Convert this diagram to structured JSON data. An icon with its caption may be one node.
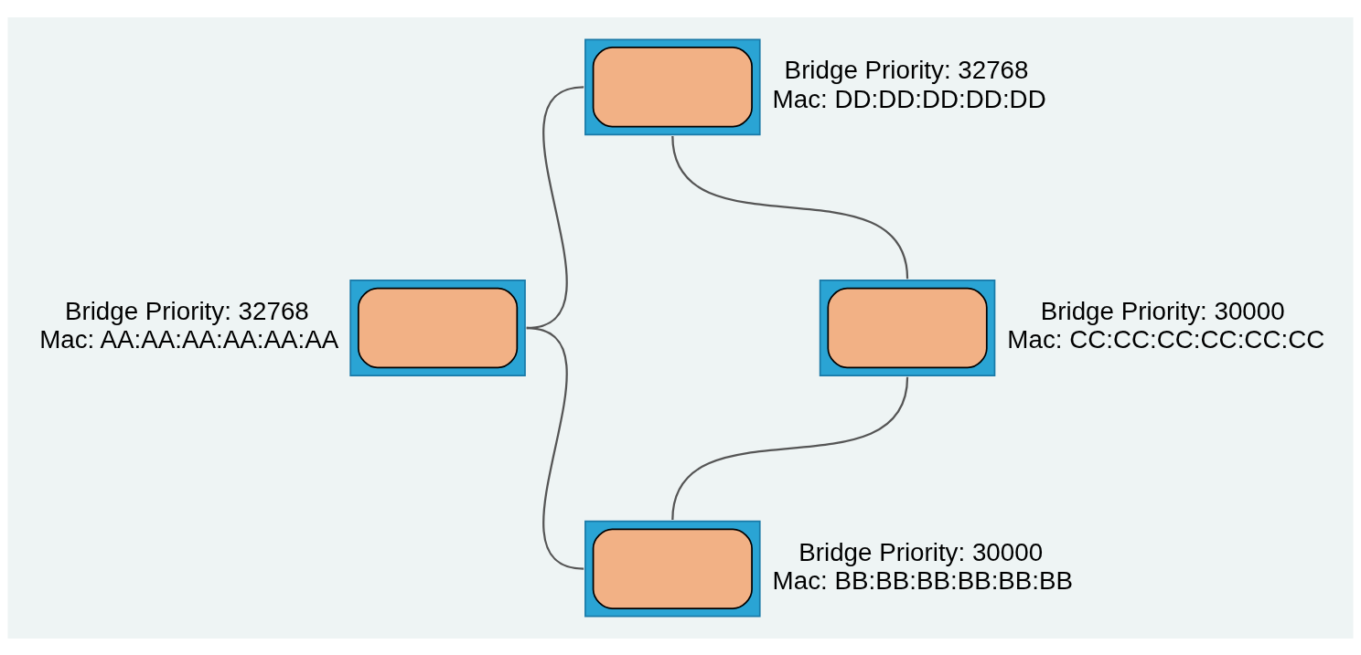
{
  "diagram": {
    "nodes": [
      {
        "text": [
          "Bridge Priority: 32768",
          "Mac: DD:DD:DD:DD:DD"
        ]
      },
      {
        "text": [
          "Bridge Priority: 32768",
          "Mac: AA:AA:AA:AA:AA:AA"
        ]
      },
      {
        "text": [
          "Bridge Priority: 30000",
          "Mac: CC:CC:CC:CC:CC:CC"
        ]
      },
      {
        "text": [
          "Bridge Priority: 30000",
          "Mac: BB:BB:BB:BB:BB:BB"
        ]
      }
    ],
    "edges": [
      {
        "from": 0,
        "to": 1,
        "arrow": "none"
      },
      {
        "from": 0,
        "to": 2,
        "arrow": "none"
      },
      {
        "from": 1,
        "to": 3,
        "arrow": "none"
      },
      {
        "from": 2,
        "to": 3,
        "arrow": "none"
      }
    ]
  }
}
